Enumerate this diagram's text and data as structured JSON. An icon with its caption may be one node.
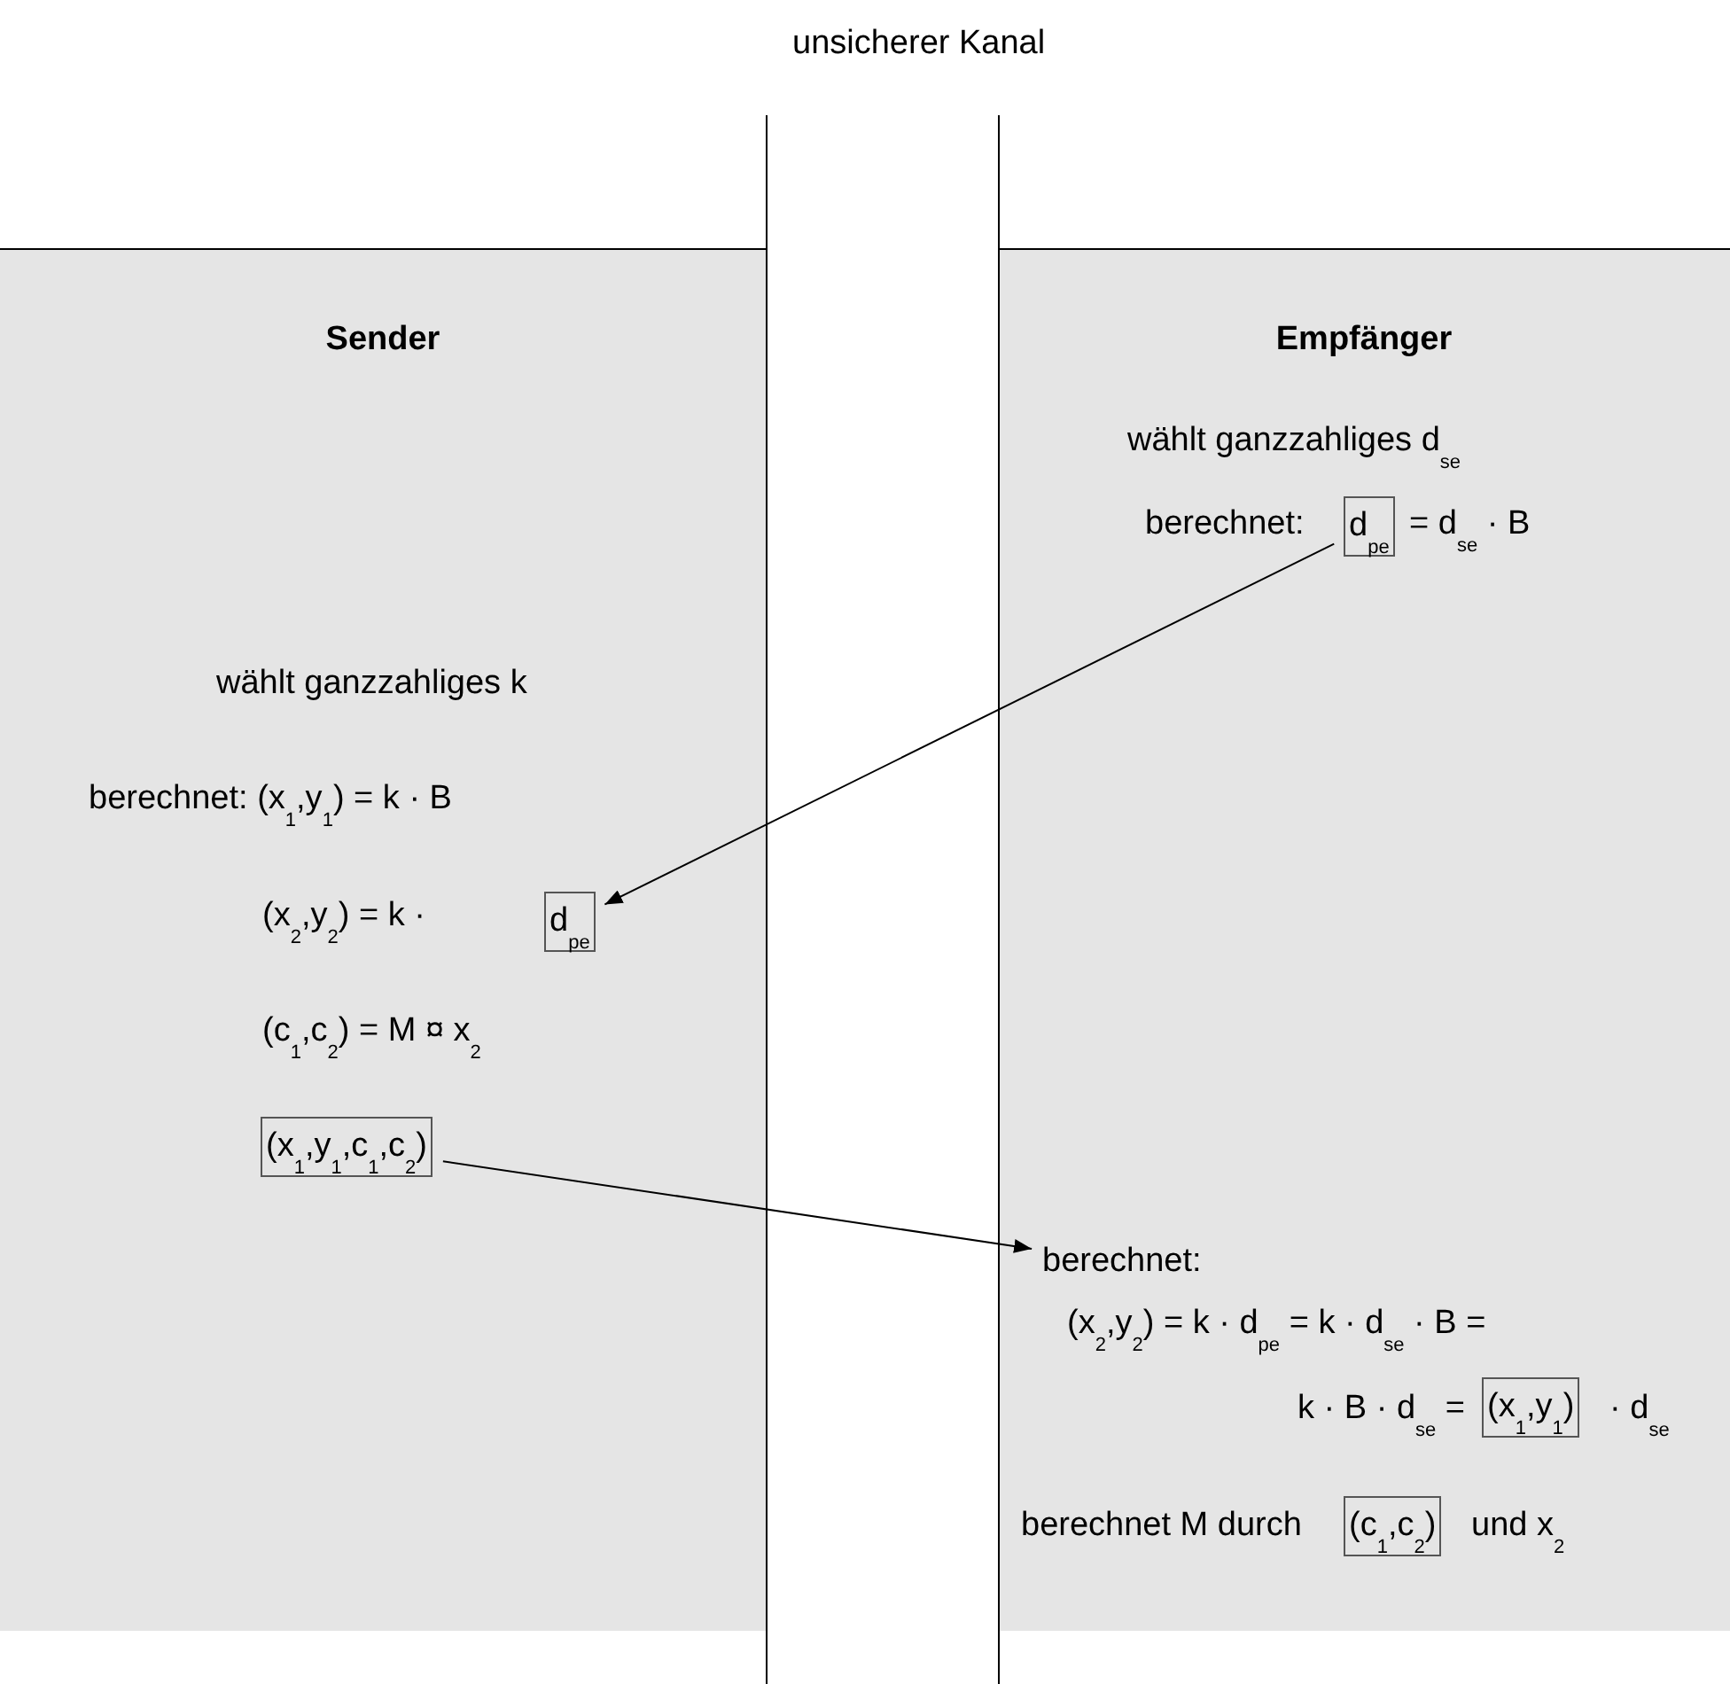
{
  "diagram": {
    "nodes": [
      {
        "text": [
          "Sender"
        ]
      },
      {
        "text": [
          "Empfänger"
        ]
      },
      {
        "text": [
          "d$_{pe}$"
        ],
        "in": 1
      },
      {
        "text": [
          "d$_{pe}$"
        ],
        "in": 0
      },
      {
        "text": [
          "(x$_{1}$,y$_{1}$,c$_{1}$,c$_{2}$)"
        ],
        "in": 0
      },
      {
        "text": [
          "berechnet:"
        ],
        "in": 1
      },
      {
        "text": [
          "(x$_{1}$,y$_{1}$)"
        ],
        "in": 1
      },
      {
        "text": [
          "(c$_{1}$,c$_{2}$)"
        ],
        "in": 1
      }
    ],
    "edges": [
      {
        "from": 2,
        "to": 3,
        "arrow": "to"
      },
      {
        "from": 4,
        "to": 5,
        "arrow": "to"
      }
    ],
    "labels": [
      "unsicherer Kanal",
      "wählt ganzzahliges d$_{se}$",
      "berechnet:",
      "= d$_{se}$ · B",
      "wählt ganzzahliges k",
      "berechnet:  (x$_{1}$,y$_{1}$) = k · B",
      "(x$_{2}$,y$_{2}$) = k ·",
      "(c$_{1}$,c$_{2}$) = M ¤ x$_{2}$",
      "(x$_{2}$,y$_{2}$) = k · d$_{pe}$ = k · d$_{se}$ · B =",
      "k · B · d$_{se}$ =",
      "· d$_{se}$",
      "berechnet M durch",
      "und x$_{2}$"
    ]
  }
}
